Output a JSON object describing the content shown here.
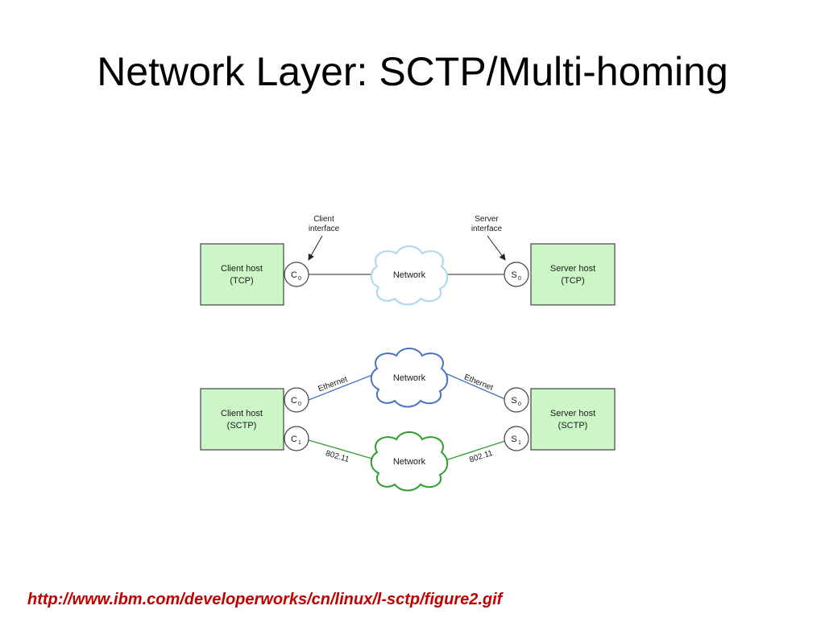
{
  "slide": {
    "title": "Network Layer: SCTP/Multi-homing",
    "source_url": "http://www.ibm.com/developerworks/cn/linux/l-sctp/figure2.gif"
  },
  "colors": {
    "host_fill": "#ccf5c8",
    "host_border": "#444444",
    "network_light_blue": "#a9d6f2",
    "ethernet_blue": "#4a72c4",
    "wifi_green": "#2e9e2e",
    "link_text": "#c00000"
  },
  "diagram": {
    "tcp": {
      "client_host": {
        "line1": "Client host",
        "line2": "(TCP)"
      },
      "server_host": {
        "line1": "Server host",
        "line2": "(TCP)"
      },
      "client_interface_label": {
        "line1": "Client",
        "line2": "interface"
      },
      "server_interface_label": {
        "line1": "Server",
        "line2": "interface"
      },
      "client_node": {
        "letter": "C",
        "sub": "0"
      },
      "server_node": {
        "letter": "S",
        "sub": "0"
      },
      "network_label": "Network"
    },
    "sctp": {
      "client_host": {
        "line1": "Client host",
        "line2": "(SCTP)"
      },
      "server_host": {
        "line1": "Server host",
        "line2": "(SCTP)"
      },
      "client_nodes": [
        {
          "letter": "C",
          "sub": "0"
        },
        {
          "letter": "C",
          "sub": "1"
        }
      ],
      "server_nodes": [
        {
          "letter": "S",
          "sub": "0"
        },
        {
          "letter": "S",
          "sub": "1"
        }
      ],
      "ethernet_network_label": "Network",
      "wifi_network_label": "Network",
      "link_labels": {
        "ethernet_left": "Ethernet",
        "ethernet_right": "Ethernet",
        "wifi_left": "802.11",
        "wifi_right": "802.11"
      }
    }
  }
}
